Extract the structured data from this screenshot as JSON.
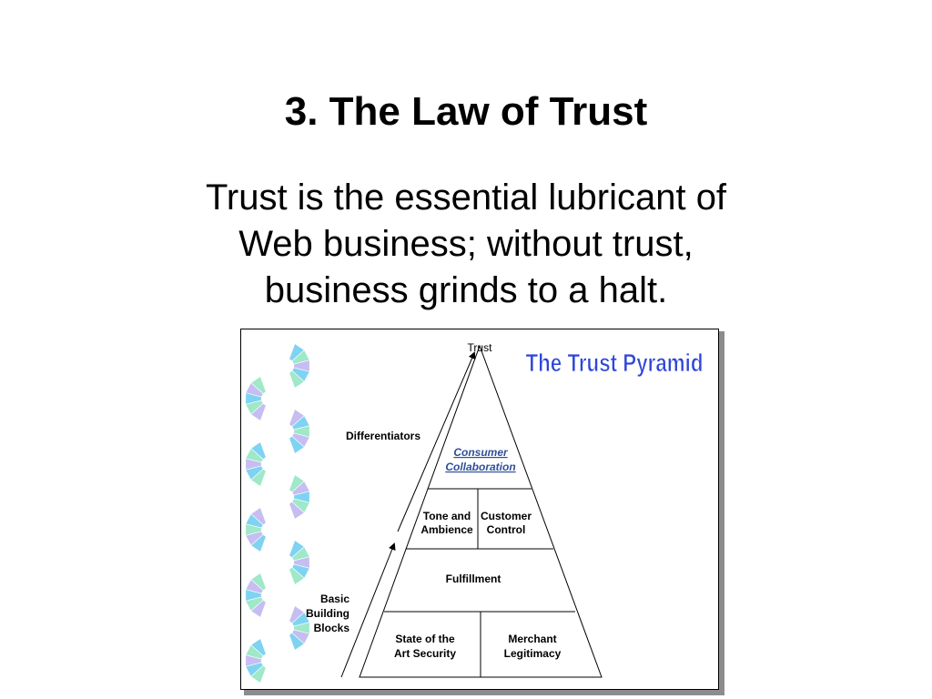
{
  "slide": {
    "title": "3.  The Law of Trust",
    "body_lines": [
      "Trust is the essential lubricant of",
      "Web business; without trust,",
      "business grinds to a halt."
    ]
  },
  "diagram": {
    "title": "The Trust Pyramid",
    "apex": "Trust",
    "side_labels": {
      "differentiators": "Differentiators",
      "basic_building_blocks": [
        "Basic",
        "Building",
        "Blocks"
      ]
    },
    "levels": {
      "top": [
        "Consumer",
        "Collaboration"
      ],
      "tone": [
        "Tone and",
        "Ambience"
      ],
      "customer": [
        "Customer",
        "Control"
      ],
      "fulfillment": "Fulfillment",
      "security": [
        "State of the",
        "Art Security"
      ],
      "merchant": [
        "Merchant",
        "Legitimacy"
      ]
    },
    "colors": {
      "title": "#2f46d8",
      "link": "#2f4f9a",
      "ribbon": [
        "#7fd3f2",
        "#9fe8c8",
        "#c6bdf2"
      ]
    }
  }
}
